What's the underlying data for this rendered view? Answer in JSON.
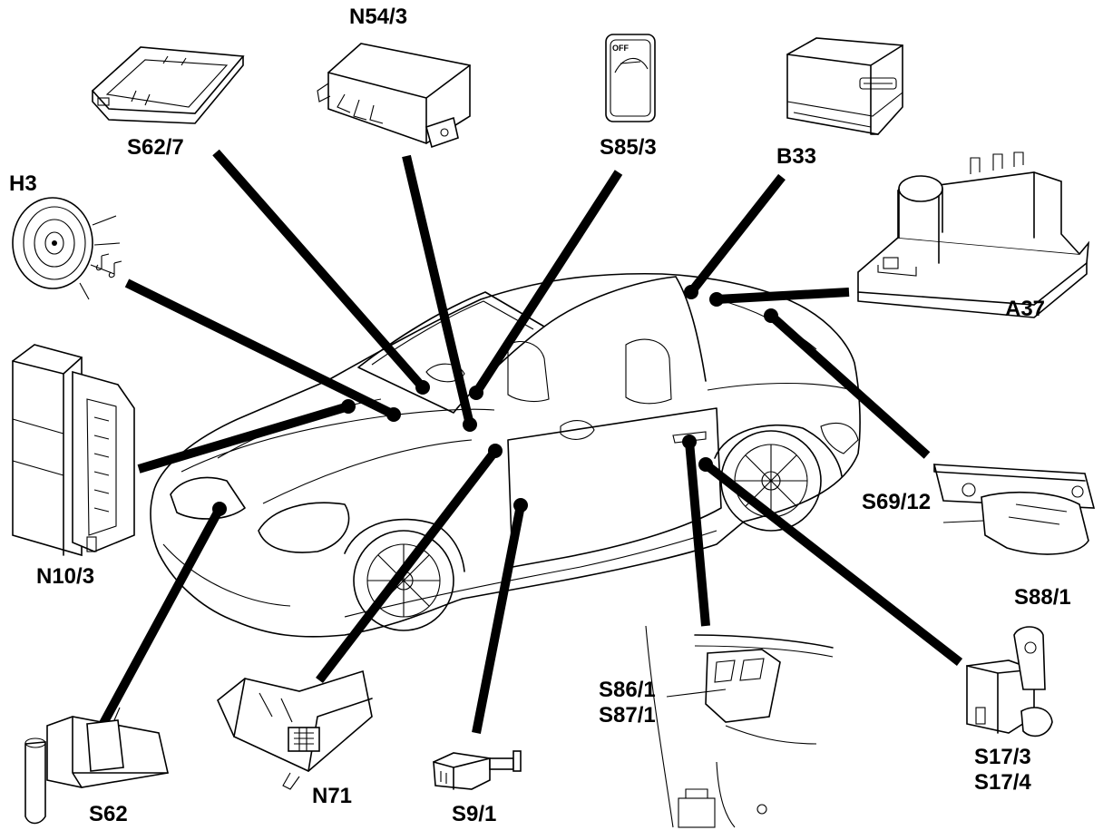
{
  "labels": {
    "s62_7": "S62/7",
    "n54_3": "N54/3",
    "s85_3": "S85/3",
    "b33": "B33",
    "h3": "H3",
    "a37": "A37",
    "n10_3": "N10/3",
    "s69_12": "S69/12",
    "s88_1": "S88/1",
    "s62": "S62",
    "n71": "N71",
    "s9_1": "S9/1",
    "s86_1": "S86/1",
    "s87_1": "S87/1",
    "s17_3": "S17/3",
    "s17_4": "S17/4"
  },
  "icons": {
    "s85_3_button": "OFF"
  },
  "colors": {
    "ink": "#000000",
    "paper": "#ffffff"
  }
}
